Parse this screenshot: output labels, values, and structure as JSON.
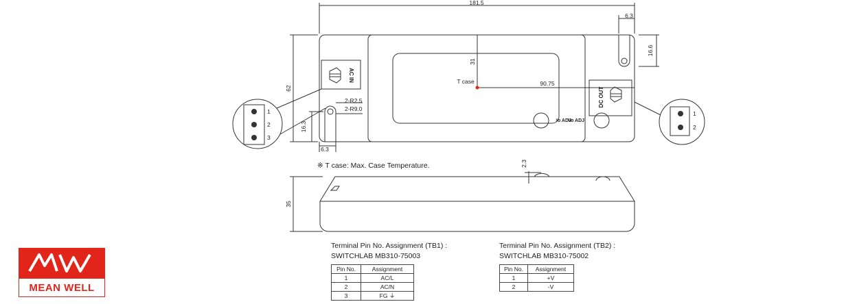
{
  "dimensions": {
    "total_length": "181.5",
    "slot_offset_top": "6.3",
    "slot_height_top": "16.6",
    "height": "62",
    "tcase_vertical": "31",
    "tcase_horizontal": "90.75",
    "slot_radius": "2-R2.5",
    "slot_outer_radius": "2-R9.0",
    "slot_height_bottom": "16.3",
    "slot_offset_bottom": "6.3",
    "side_bump": "2.3",
    "thickness": "35"
  },
  "labels": {
    "ac_in": "AC IN",
    "dc_out": "DC OUT",
    "tcase": "T case",
    "io_adj": "Io ADJ",
    "vo_adj": "Vo ADJ",
    "tb1_pins": [
      "1",
      "2",
      "3"
    ],
    "tb2_pins": [
      "1",
      "2"
    ]
  },
  "note": "※ T case: Max. Case Temperature.",
  "tb1": {
    "title": "Terminal Pin No.  Assignment (TB1) :",
    "part": "SWITCHLAB MB310-75003",
    "headers": [
      "Pin No.",
      "Assignment"
    ],
    "rows": [
      [
        "1",
        "AC/L"
      ],
      [
        "2",
        "AC/N"
      ],
      [
        "3",
        "FG ⏚"
      ]
    ]
  },
  "tb2": {
    "title": "Terminal Pin No.  Assignment (TB2) :",
    "part": "SWITCHLAB MB310-75002",
    "headers": [
      "Pin No.",
      "Assignment"
    ],
    "rows": [
      [
        "1",
        "+V"
      ],
      [
        "2",
        "-V"
      ]
    ]
  },
  "logo": {
    "mark": "MW",
    "wordmark": "MEAN WELL",
    "color": "#e1251b"
  },
  "colors": {
    "tcase_marker": "#e1251b",
    "line": "#333333"
  }
}
